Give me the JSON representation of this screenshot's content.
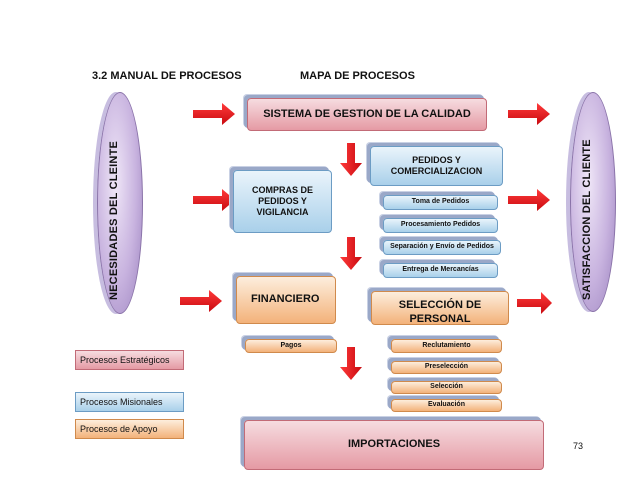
{
  "header": {
    "manual": "3.2  MANUAL DE PROCESOS",
    "map": "MAPA DE PROCESOS"
  },
  "side": {
    "left": "NECESIDADES DEL CLEINTE",
    "right": "SATISFACCION DEL CLIENTE"
  },
  "boxes": {
    "sgc": "SISTEMA DE GESTION DE LA CALIDAD",
    "compras": "COMPRAS DE PEDIDOS Y VIGILANCIA",
    "pedidos": "PEDIDOS Y COMERCIALIZACION",
    "financiero": "FINANCIERO",
    "seleccion": "SELECCIÓN DE PERSONAL",
    "importaciones": "IMPORTACIONES"
  },
  "pedidos_items": [
    "Toma de Pedidos",
    "Procesamiento Pedidos",
    "Separación y Envío de Pedidos",
    "Entrega de Mercancías"
  ],
  "financiero_items": [
    "Pagos"
  ],
  "seleccion_items": [
    "Reclutamiento",
    "Preselección",
    "Selección",
    "Evaluación"
  ],
  "legend": {
    "estrategicos": "Procesos Estratégicos",
    "misionales": "Procesos Misionales",
    "apoyo": "Procesos de Apoyo"
  },
  "page_number": "73",
  "colors": {
    "arrow": "#e8141c",
    "strategic": "#e59aa4",
    "missional": "#a9d0ea",
    "support": "#f3b27a",
    "client_oval": "#c8b3df"
  }
}
